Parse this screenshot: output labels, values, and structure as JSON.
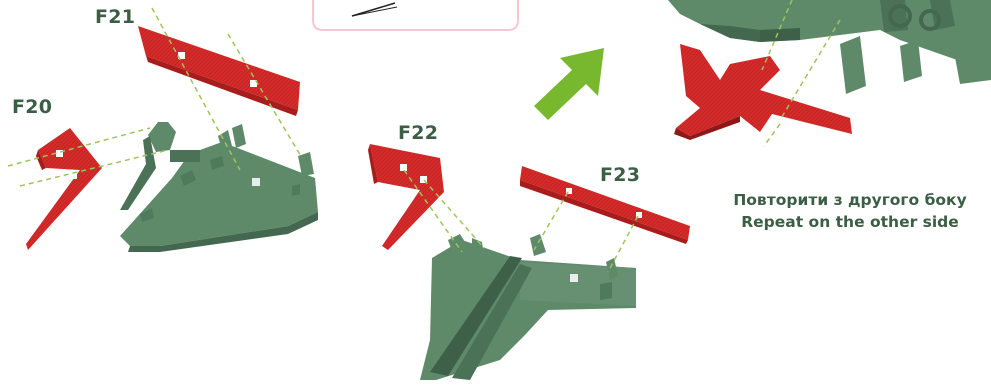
{
  "labels": {
    "f20": "F20",
    "f21": "F21",
    "f22": "F22",
    "f23": "F23"
  },
  "instruction": {
    "line_uk": "Повторити з другого боку",
    "line_en": "Repeat on the other side"
  },
  "colors": {
    "part_red": "#d42a2a",
    "part_green": "#5e8a6a",
    "guide_line": "#9ec45a",
    "arrow": "#77b82e",
    "label_text": "#3b5e45",
    "callout_border": "#f2c9cf"
  },
  "icons": {
    "direction_arrow": "arrow-up-right-icon"
  }
}
